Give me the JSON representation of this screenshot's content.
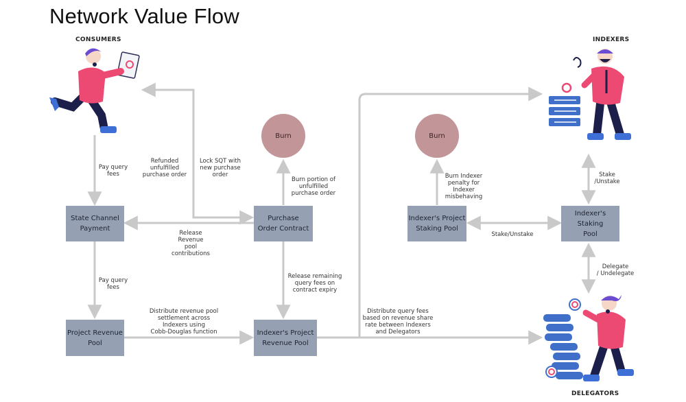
{
  "title": "Network Value Flow",
  "actors": {
    "consumers": "CONSUMERS",
    "indexers": "INDEXERS",
    "delegators": "DELEGATORS"
  },
  "nodes": {
    "state_channel": "State Channel\nPayment",
    "purchase_order": "Purchase\nOrder Contract",
    "project_revenue": "Project Revenue\nPool",
    "indexer_project_revenue": "Indexer's Project\nRevenue Pool",
    "indexer_project_staking": "Indexer's Project\nStaking Pool",
    "indexer_staking": "Indexer's  Staking\nPool",
    "burn_left": "Burn",
    "burn_right": "Burn"
  },
  "labels": {
    "pay_query_fees_1": "Pay query\nfees",
    "refunded": "Refunded\nunfulfilled\npurchase order",
    "lock_sqt": "Lock SQT with\nnew purchase\norder",
    "burn_portion": "Burn portion of\nunfulfilled\npurchase order",
    "release_revenue": "Release\nRevenue\npool\ncontributions",
    "pay_query_fees_2": "Pay query\nfees",
    "release_remaining": "Release remaining\nquery fees on\ncontract expiry",
    "distribute_settlement": "Distribute revenue pool\nsettlement across\nIndexers using\nCobb-Douglas function",
    "distribute_query_fees": "Distribute query fees\nbased on revenue share\nrate between Indexers\nand Delegators",
    "burn_penalty": "Burn Indexer\npenalty for\nIndexer\nmisbehaving",
    "stake_unstake_mid": "Stake/Unstake",
    "stake_unstake_right": "Stake\n/Unstake",
    "delegate": "Delegate\n/ Undelegate"
  },
  "colors": {
    "box": "#95a1b3",
    "burn": "#c29598",
    "arrow": "#c9c9c9",
    "figure_pink": "#ec4a73",
    "figure_navy": "#1c1f4a",
    "figure_blue": "#3e6fd6",
    "stack_blue": "#3f6fc9"
  }
}
